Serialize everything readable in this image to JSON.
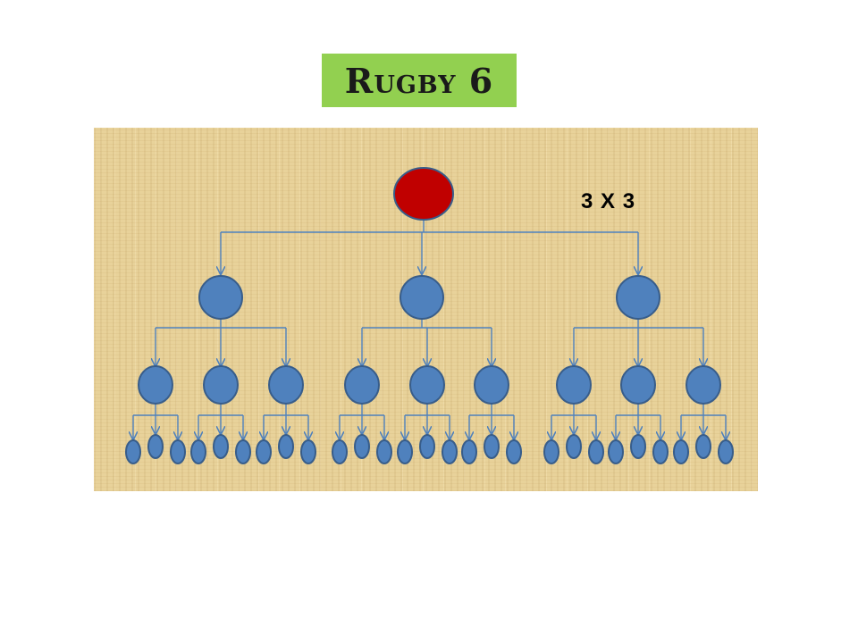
{
  "title": "Rugby 6",
  "formation_label": "3 X 3",
  "colors": {
    "title_background": "#92d050",
    "root_node": "#c00000",
    "root_stroke": "#385d8a",
    "child_node": "#4f81bd",
    "node_stroke": "#385d8a",
    "connector": "#4f81bd"
  },
  "tree": {
    "levels": 4,
    "branching": [
      1,
      3,
      3,
      3
    ],
    "root_color": "red",
    "descendant_color": "blue"
  }
}
